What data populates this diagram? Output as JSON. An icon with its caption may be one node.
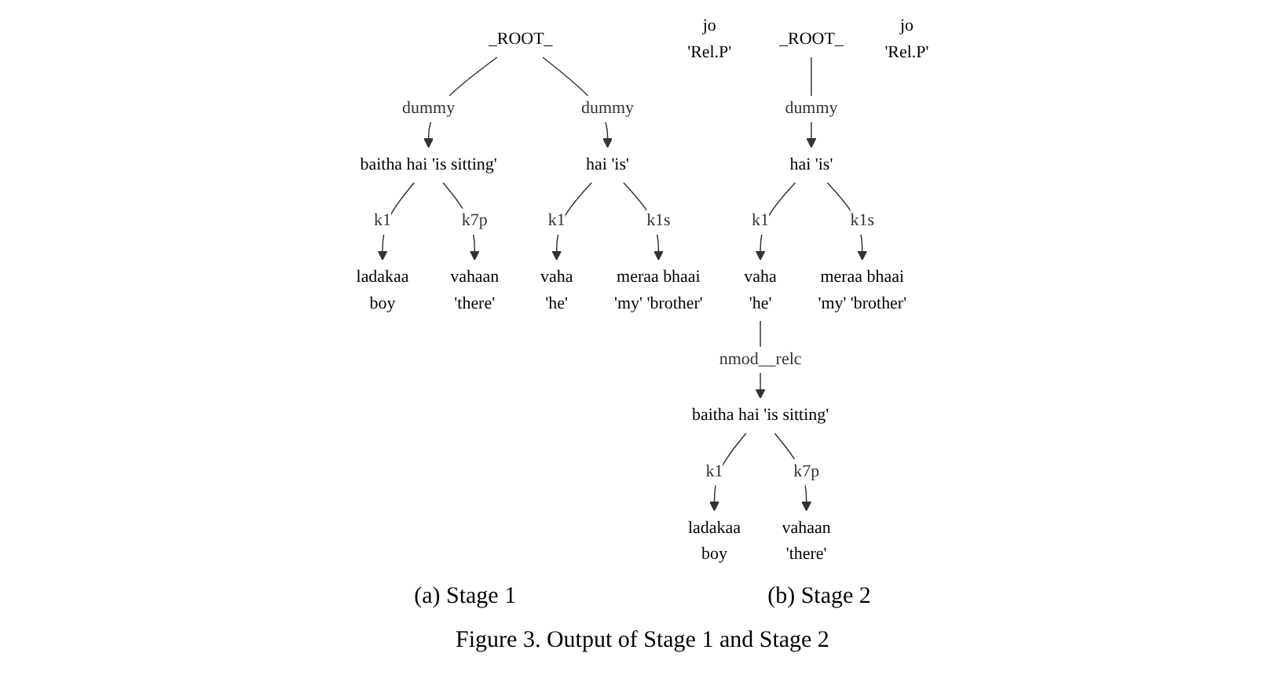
{
  "diagram": {
    "caption": "Figure 3. Output of Stage 1 and Stage 2",
    "nodes": [
      {
        "text": [
          "_ROOT_"
        ]
      },
      {
        "text": [
          "baitha hai 'is sitting'"
        ]
      },
      {
        "text": [
          "hai 'is'"
        ]
      },
      {
        "text": [
          "jo",
          "'Rel.P'"
        ]
      },
      {
        "text": [
          "ladakaa",
          "boy"
        ]
      },
      {
        "text": [
          "vahaan",
          "'there'"
        ]
      },
      {
        "text": [
          "vaha",
          "'he'"
        ]
      },
      {
        "text": [
          "meraa bhaai",
          "'my' 'brother'"
        ]
      },
      {
        "text": [
          "_ROOT_"
        ]
      },
      {
        "text": [
          "hai 'is'"
        ]
      },
      {
        "text": [
          "vaha",
          "'he'"
        ]
      },
      {
        "text": [
          "meraa bhaai",
          "'my' 'brother'"
        ]
      },
      {
        "text": [
          "baitha hai 'is sitting'"
        ]
      },
      {
        "text": [
          "jo",
          "'Rel.P'"
        ]
      },
      {
        "text": [
          "ladakaa",
          "boy"
        ]
      },
      {
        "text": [
          "vahaan",
          "'there'"
        ]
      }
    ],
    "edges": [
      {
        "from": 0,
        "to": 1,
        "arrow": "to",
        "label": "dummy"
      },
      {
        "from": 0,
        "to": 2,
        "arrow": "to",
        "label": "dummy"
      },
      {
        "from": 1,
        "to": 4,
        "arrow": "to",
        "label": "k1"
      },
      {
        "from": 1,
        "to": 5,
        "arrow": "to",
        "label": "k7p"
      },
      {
        "from": 2,
        "to": 6,
        "arrow": "to",
        "label": "k1"
      },
      {
        "from": 2,
        "to": 7,
        "arrow": "to",
        "label": "k1s"
      },
      {
        "from": 8,
        "to": 9,
        "arrow": "to",
        "label": "dummy"
      },
      {
        "from": 9,
        "to": 10,
        "arrow": "to",
        "label": "k1"
      },
      {
        "from": 9,
        "to": 11,
        "arrow": "to",
        "label": "k1s"
      },
      {
        "from": 10,
        "to": 12,
        "arrow": "to",
        "label": "nmod__relc"
      },
      {
        "from": 12,
        "to": 14,
        "arrow": "to",
        "label": "k1"
      },
      {
        "from": 12,
        "to": 15,
        "arrow": "to",
        "label": "k7p"
      }
    ],
    "labels": [
      "(a) Stage 1",
      "(b) Stage 2"
    ]
  }
}
